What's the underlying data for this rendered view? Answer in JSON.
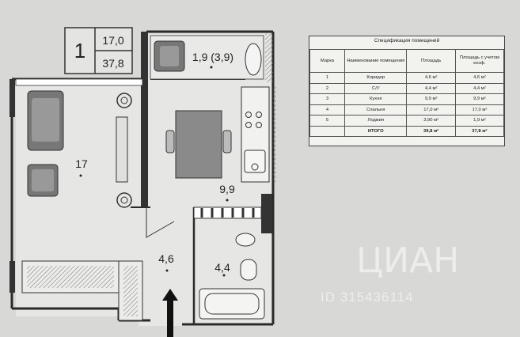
{
  "plan": {
    "apartment_number": "1",
    "living_area": "17,0",
    "total_area": "37,8",
    "rooms": {
      "living_room": "17",
      "loggia": "1,9 (3,9)",
      "kitchen": "9,9",
      "corridor": "4,6",
      "bathroom": "4,4"
    }
  },
  "specification": {
    "title": "Спецификация помещений",
    "headers": [
      "Марка",
      "Наименование помещения",
      "Площадь",
      "Площадь с учетом коэф."
    ],
    "rows": [
      [
        "1",
        "Коридор",
        "4,6 м²",
        "4,6 м²"
      ],
      [
        "2",
        "С/У",
        "4,4 м²",
        "4,4 м²"
      ],
      [
        "3",
        "Кухня",
        "9,9 м²",
        "9,9 м²"
      ],
      [
        "4",
        "Спальня",
        "17,0 м²",
        "17,0 м²"
      ],
      [
        "5",
        "Лоджия",
        "3,90 м²",
        "1,9 м²"
      ]
    ],
    "total": [
      "",
      "ИТОГО",
      "39,8 м²",
      "37,8 м²"
    ]
  },
  "watermark": {
    "logo": "ЦИАН",
    "id": "ID 315436114"
  }
}
